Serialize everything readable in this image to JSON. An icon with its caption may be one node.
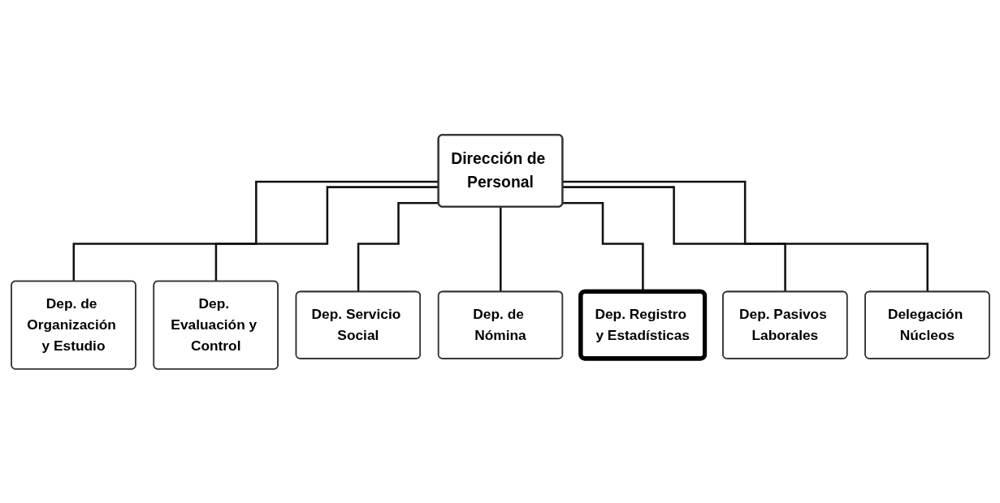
{
  "diagram": {
    "nodes": [
      {
        "text": [
          "Dirección de Personal"
        ]
      },
      {
        "text": [
          "Dep. de Organización y Estudio"
        ]
      },
      {
        "text": [
          "Dep. Evaluación y Control"
        ]
      },
      {
        "text": [
          "Dep. Servicio Social"
        ]
      },
      {
        "text": [
          "Dep. de Nómina"
        ]
      },
      {
        "text": [
          "Dep. Registro y Estadísticas"
        ]
      },
      {
        "text": [
          "Dep. Pasivos Laborales"
        ]
      },
      {
        "text": [
          "Delegación Núcleos"
        ]
      }
    ],
    "edges": [
      {
        "from": 0,
        "to": 1,
        "arrow": "none"
      },
      {
        "from": 0,
        "to": 2,
        "arrow": "none"
      },
      {
        "from": 0,
        "to": 3,
        "arrow": "none"
      },
      {
        "from": 0,
        "to": 4,
        "arrow": "none"
      },
      {
        "from": 0,
        "to": 5,
        "arrow": "none"
      },
      {
        "from": 0,
        "to": 6,
        "arrow": "none"
      },
      {
        "from": 0,
        "to": 7,
        "arrow": "none"
      }
    ]
  }
}
